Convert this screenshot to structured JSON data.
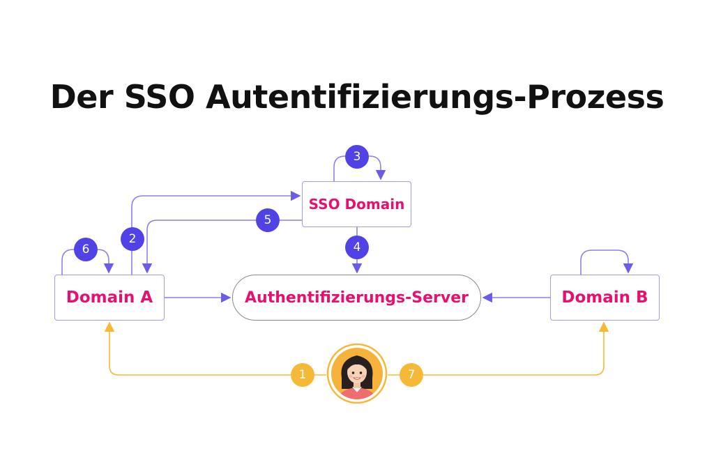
{
  "title": "Der SSO Autentifizierungs-Prozess",
  "nodes": {
    "domain_a": "Domain A",
    "domain_b": "Domain B",
    "sso_domain": "SSO Domain",
    "auth_server": "Authentifizierungs-Server"
  },
  "steps": {
    "step1": "1",
    "step2": "2",
    "step3": "3",
    "step4": "4",
    "step5": "5",
    "step6": "6",
    "step7": "7"
  },
  "colors": {
    "flow_line": "#6b5ce7",
    "user_line": "#f6b937",
    "node_text": "#e8106f",
    "node_border": "#a59ce0",
    "badge_purple": "#5142e6",
    "badge_orange": "#f6b937"
  },
  "user": {
    "icon": "user-avatar-icon"
  }
}
